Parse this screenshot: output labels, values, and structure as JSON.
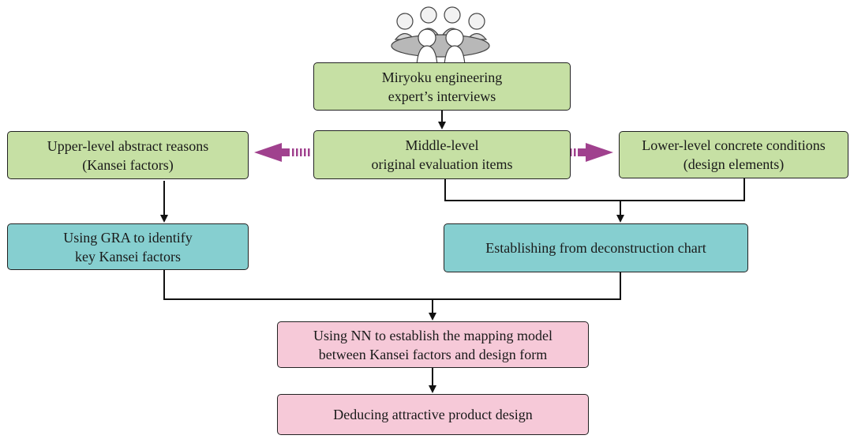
{
  "nodes": {
    "interviews": {
      "line1": "Miryoku engineering",
      "line2": "expert’s interviews"
    },
    "middle": {
      "line1": "Middle-level",
      "line2": "original evaluation items"
    },
    "upper": {
      "line1": "Upper-level abstract reasons",
      "line2": "(Kansei factors)"
    },
    "lower": {
      "line1": "Lower-level concrete conditions",
      "line2": "(design elements)"
    },
    "gra": {
      "line1": "Using GRA to identify",
      "line2": "key Kansei factors"
    },
    "deconstruction": {
      "line1": "Establishing from deconstruction chart"
    },
    "nn": {
      "line1": "Using NN to establish the mapping model",
      "line2": "between Kansei factors and design form"
    },
    "deduce": {
      "line1": "Deducing attractive product design"
    }
  },
  "colors": {
    "green": "#c6e0a4",
    "teal": "#86cfd0",
    "pink": "#f6c9d8",
    "arrow_purple": "#a0418e"
  },
  "icons": [
    "people-meeting-icon"
  ]
}
